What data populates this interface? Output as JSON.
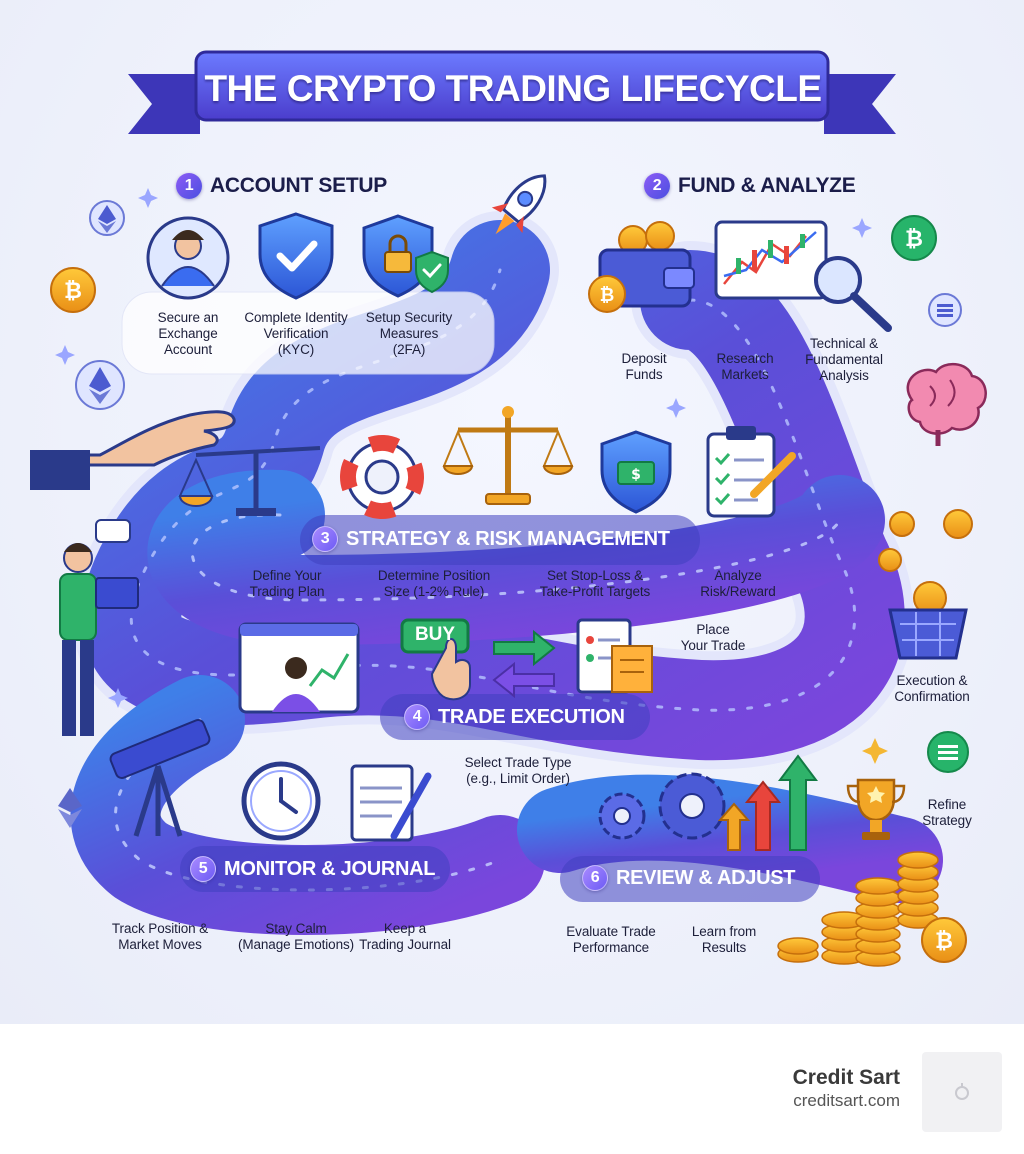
{
  "title": "THE CRYPTO TRADING LIFECYCLE",
  "steps": [
    {
      "num": "1",
      "title": "ACCOUNT SETUP",
      "items": [
        [
          "Secure an",
          "Exchange",
          "Account"
        ],
        [
          "Complete Identity",
          "Verification",
          "(KYC)"
        ],
        [
          "Setup Security",
          "Measures",
          "(2FA)"
        ]
      ]
    },
    {
      "num": "2",
      "title": "FUND & ANALYZE",
      "items": [
        [
          "Deposit",
          "Funds"
        ],
        [
          "Research",
          "Markets"
        ],
        [
          "Technical &",
          "Fundamental",
          "Analysis"
        ]
      ]
    },
    {
      "num": "3",
      "title": "STRATEGY & RISK MANAGEMENT",
      "items": [
        [
          "Define Your",
          "Trading Plan"
        ],
        [
          "Determine Position",
          "Size (1-2% Rule)"
        ],
        [
          "Set Stop-Loss &",
          "Take-Profit Targets"
        ],
        [
          "Analyze",
          "Risk/Reward"
        ]
      ]
    },
    {
      "num": "4",
      "title": "TRADE EXECUTION",
      "items": [
        [
          "Place",
          "Your Trade"
        ],
        [
          "Execution &",
          "Confirmation"
        ],
        [
          "Select Trade Type",
          "(e.g., Limit Order)"
        ]
      ]
    },
    {
      "num": "5",
      "title": "MONITOR & JOURNAL",
      "items": [
        [
          "Track Position &",
          "Market Moves"
        ],
        [
          "Stay Calm",
          "(Manage Emotions)"
        ],
        [
          "Keep a",
          "Trading Journal"
        ]
      ]
    },
    {
      "num": "6",
      "title": "REVIEW & ADJUST",
      "items": [
        [
          "Evaluate Trade",
          "Performance"
        ],
        [
          "Learn from",
          "Results"
        ],
        [
          "Refine",
          "Strategy"
        ]
      ]
    }
  ],
  "buy_button": "BUY",
  "footer": {
    "brand": "Credit Sart",
    "url": "creditsart.com"
  },
  "colors": {
    "road": "#5a4fd8",
    "road_light": "#9aa8ff",
    "banner": "#5b5be0",
    "accent_purple": "#7b4fe6",
    "gold": "#f2a626",
    "green": "#2fb36a",
    "red": "#e8453c"
  },
  "icons": [
    "bitcoin-coin-icon",
    "ethereum-coin-icon",
    "user-avatar-icon",
    "shield-check-icon",
    "shield-lock-icon",
    "rocket-icon",
    "wallet-icon",
    "candlestick-chart-icon",
    "magnifier-icon",
    "brain-icon",
    "hand-scale-icon",
    "lifebuoy-icon",
    "balance-scale-icon",
    "shield-dollar-icon",
    "clipboard-checklist-icon",
    "coin-basket-icon",
    "trader-laptop-icon",
    "trading-screen-icon",
    "buy-button-icon",
    "swap-arrows-icon",
    "order-receipt-icon",
    "telescope-icon",
    "clock-icon",
    "notepad-icon",
    "gears-icon",
    "growth-arrows-icon",
    "trophy-icon",
    "coin-stacks-icon"
  ]
}
